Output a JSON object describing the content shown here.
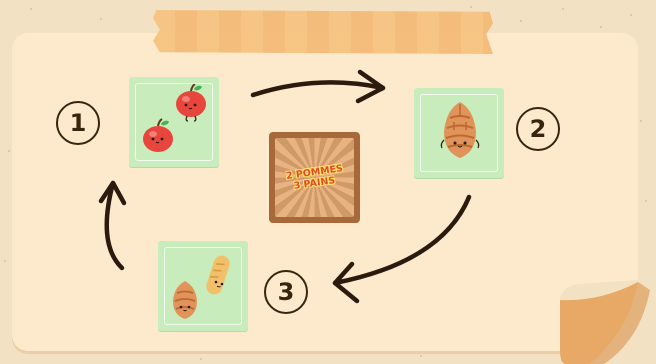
{
  "steps": [
    {
      "number": "1",
      "items": [
        "apple",
        "apple"
      ]
    },
    {
      "number": "2",
      "items": [
        "pinecone"
      ]
    },
    {
      "number": "3",
      "items": [
        "pinecone",
        "bread"
      ]
    }
  ],
  "center": {
    "line1": "2 POMMES",
    "line2": "3 PAINS"
  },
  "colors": {
    "board": "#f3e1c3",
    "paper": "#fde9cc",
    "tape": "#f6c27e",
    "card": "#c8ecbc",
    "frame": "#a8693a",
    "ink": "#3a2410",
    "accent": "#e44a2a"
  },
  "icons": [
    "apple-icon",
    "pinecone-icon",
    "bread-icon",
    "arrow-icon"
  ]
}
